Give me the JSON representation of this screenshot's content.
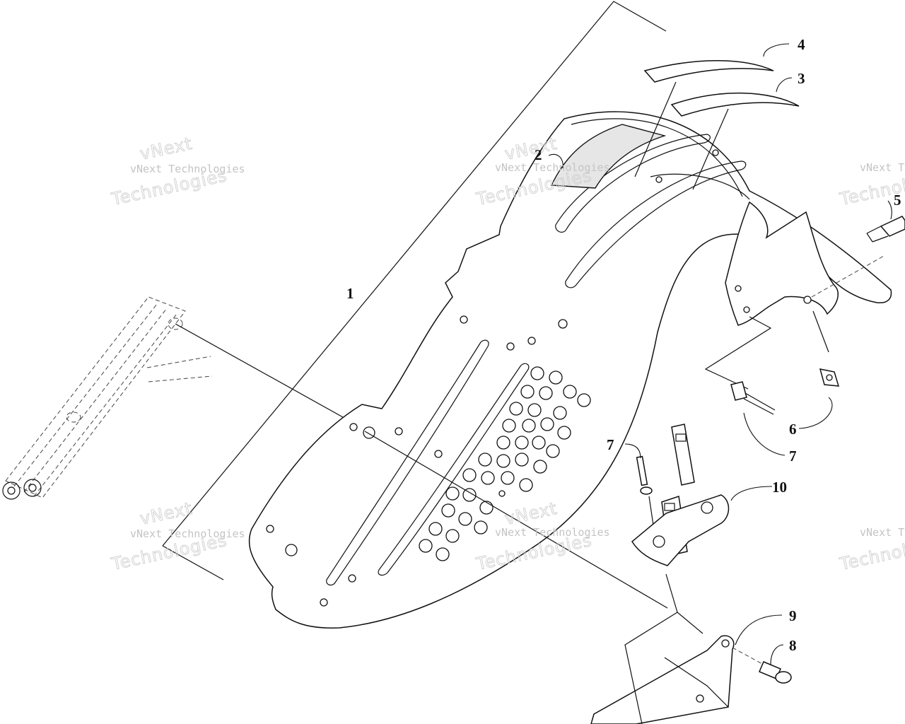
{
  "callouts": {
    "c1": "1",
    "c2": "2",
    "c3": "3",
    "c4": "4",
    "c5": "5",
    "c6": "6",
    "c7a": "7",
    "c7b": "7",
    "c8": "8",
    "c9": "9",
    "c10": "10"
  },
  "watermark": {
    "small": "vNext Technologies",
    "large": "Technologies",
    "top": "vNext"
  }
}
